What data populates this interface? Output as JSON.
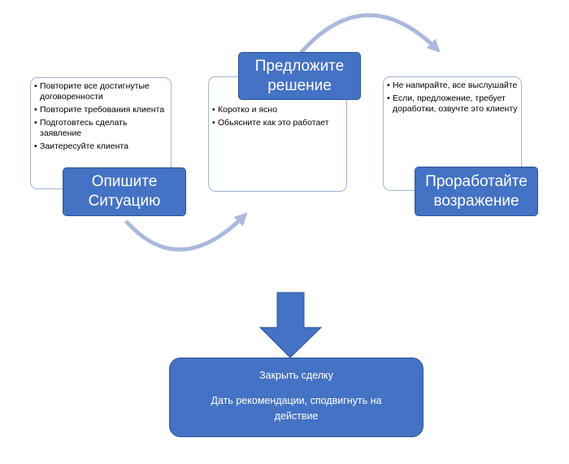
{
  "colors": {
    "accent": "#4472c4",
    "accent_border": "#2f5597",
    "arrow": "#aab9dc",
    "panel_border": "#9fb3d9"
  },
  "steps": [
    {
      "title": "Опишите Ситуацию",
      "bullets": [
        "Повторите все достигнутые договоренности",
        "Повторите требования клиента",
        "Подготовтесь сделать заявление",
        "Заитересуйте клиента"
      ]
    },
    {
      "title": "Предложите решение",
      "bullets": [
        "Коротко и ясно",
        "Обьясните как это работает"
      ]
    },
    {
      "title": "Проработайте возражение",
      "bullets": [
        "Не напирайте, все выслушайте",
        "Если, предложение, требует доработки, озвучте это клиенту"
      ]
    }
  ],
  "final": {
    "title": "Закрыть сделку",
    "subtitle": "Дать рекомендации, сподвигнуть на действие"
  }
}
